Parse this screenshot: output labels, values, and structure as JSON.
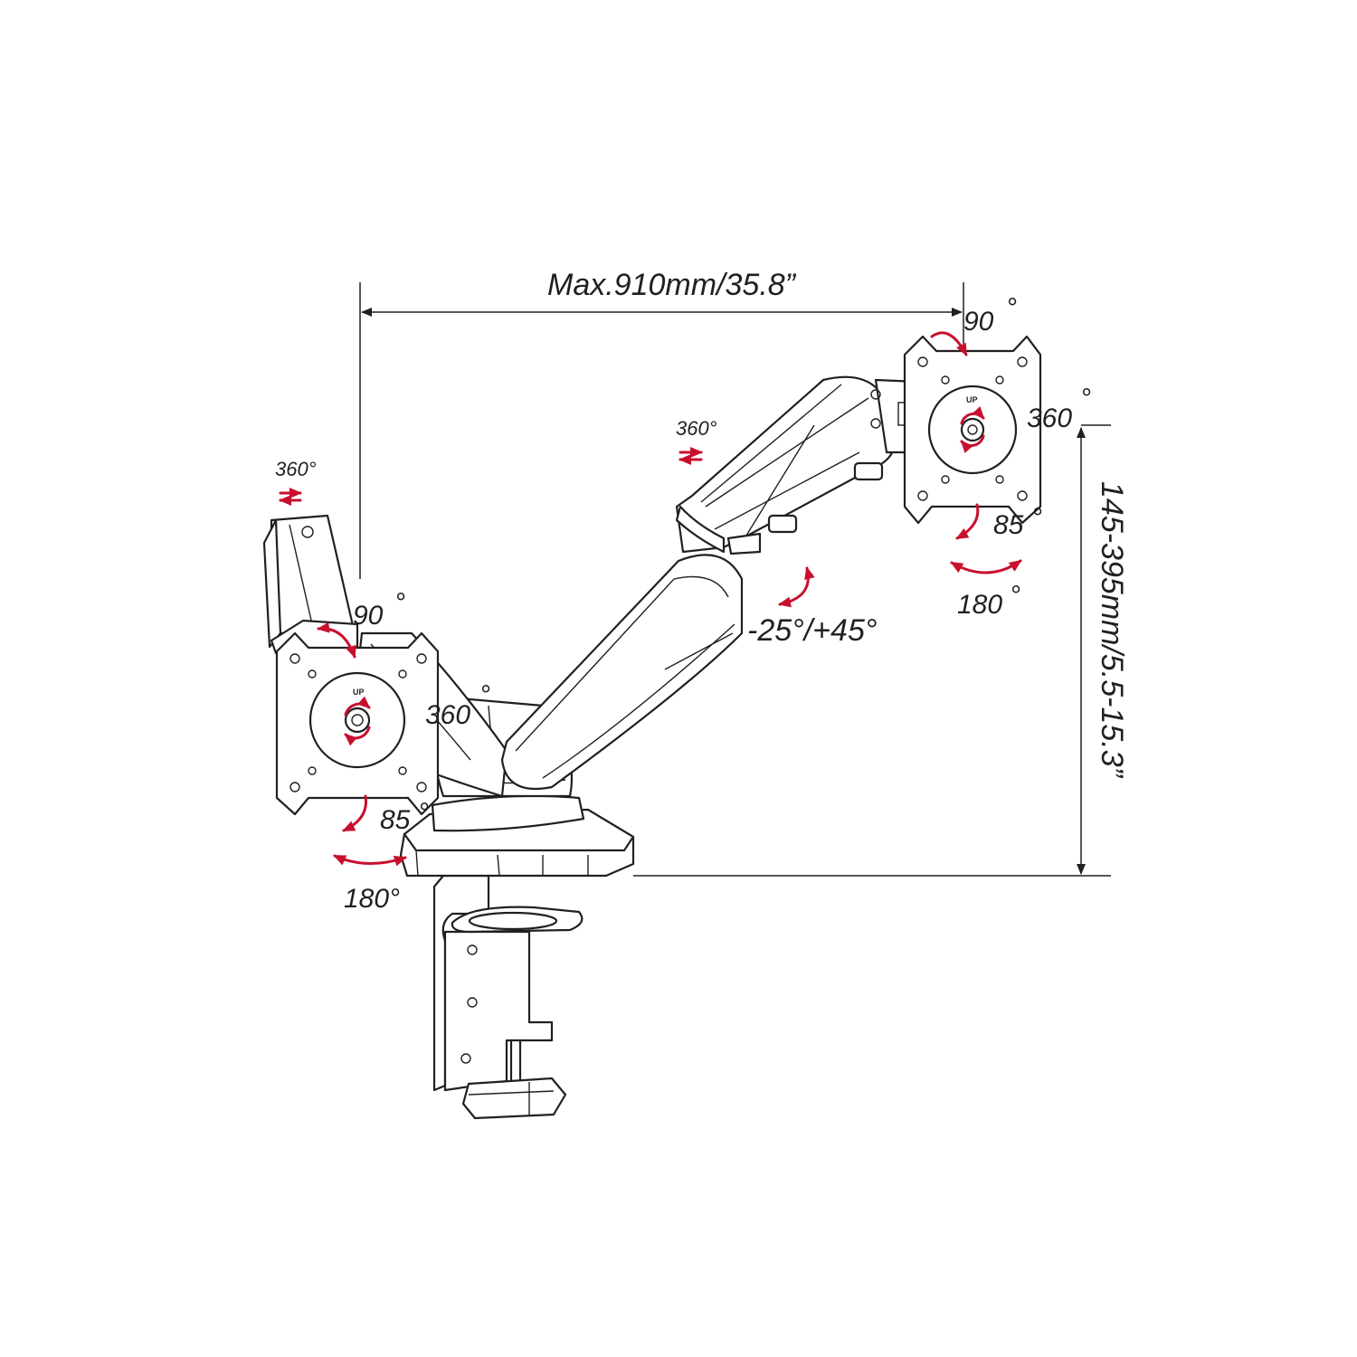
{
  "colors": {
    "line": "#231f20",
    "rotation_arrow": "#c8102e",
    "background": "#ffffff"
  },
  "dimensions": {
    "max_reach": "Max.910mm/35.8”",
    "height_range": "145-395mm/5.5-15.3”"
  },
  "right_monitor": {
    "plate_rotation": "360",
    "swivel_top": "90",
    "tilt": "85",
    "swivel_bottom": "180",
    "arm_rotation": "360°"
  },
  "left_monitor": {
    "plate_rotation": "360",
    "swivel_top": "90",
    "tilt": "85",
    "swivel_bottom": "180°",
    "arm_rotation": "360°"
  },
  "arm_tilt": "-25°/+45°",
  "up_marker": "UP"
}
